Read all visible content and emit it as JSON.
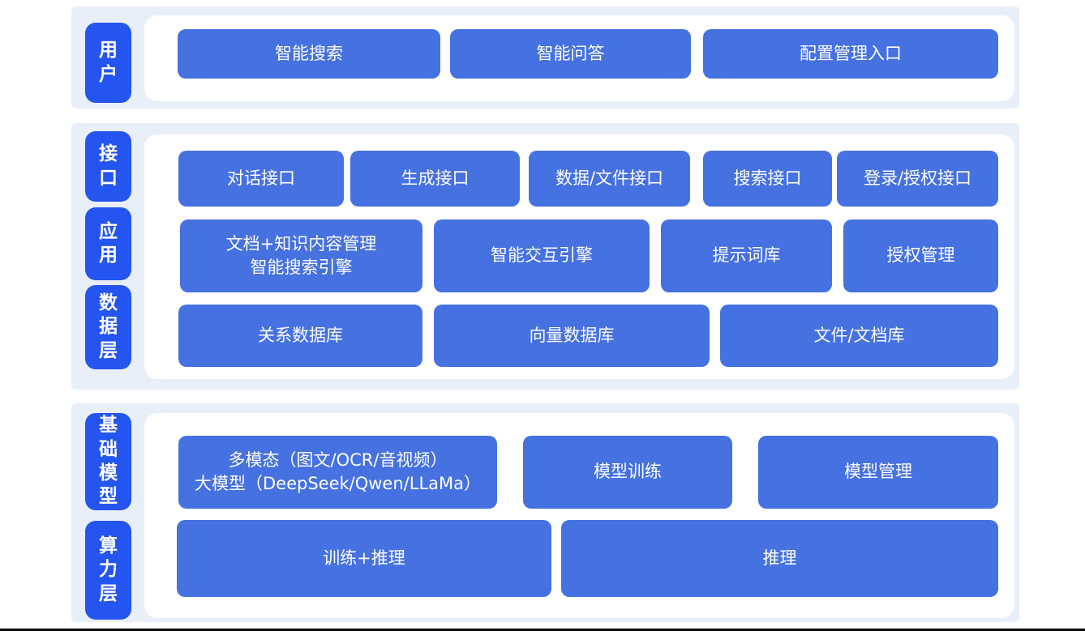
{
  "diagram": {
    "type": "layered-architecture",
    "colors": {
      "band_background": "#e9eff9",
      "panel_background": "#ffffff",
      "layer_label_blue": "#2455f0",
      "node_blue": "#4571e1",
      "text": "#ffffff",
      "bottom_rule": "#101010"
    },
    "bands": [
      {
        "name": "user-band",
        "labels": [
          {
            "text": "用户"
          }
        ],
        "rows": [
          {
            "buttons": [
              {
                "line1": "智能搜索"
              },
              {
                "line1": "智能问答"
              },
              {
                "line1": "配置管理入口"
              }
            ]
          }
        ]
      },
      {
        "name": "interface-application-data-band",
        "labels": [
          {
            "text": "接口"
          },
          {
            "text": "应用"
          },
          {
            "text": "数据层"
          }
        ],
        "rows": [
          {
            "buttons": [
              {
                "line1": "对话接口"
              },
              {
                "line1": "生成接口"
              },
              {
                "line1": "数据/文件接口"
              },
              {
                "line1": "搜索接口"
              },
              {
                "line1": "登录/授权接口"
              }
            ]
          },
          {
            "buttons": [
              {
                "line1": "文档+知识内容管理",
                "line2": "智能搜索引擎"
              },
              {
                "line1": "智能交互引擎"
              },
              {
                "line1": "提示词库"
              },
              {
                "line1": "授权管理"
              }
            ]
          },
          {
            "buttons": [
              {
                "line1": "关系数据库"
              },
              {
                "line1": "向量数据库"
              },
              {
                "line1": "文件/文档库"
              }
            ]
          }
        ]
      },
      {
        "name": "foundation-compute-band",
        "labels": [
          {
            "text": "基础模型"
          },
          {
            "text": "算力层"
          }
        ],
        "rows": [
          {
            "buttons": [
              {
                "line1": "多模态（图文/OCR/音视频）",
                "line2": "大模型（DeepSeek/Qwen/LLaMa）"
              },
              {
                "line1": "模型训练"
              },
              {
                "line1": "模型管理"
              }
            ]
          },
          {
            "buttons": [
              {
                "line1": "训练+推理"
              },
              {
                "line1": "推理"
              }
            ]
          }
        ]
      }
    ]
  }
}
